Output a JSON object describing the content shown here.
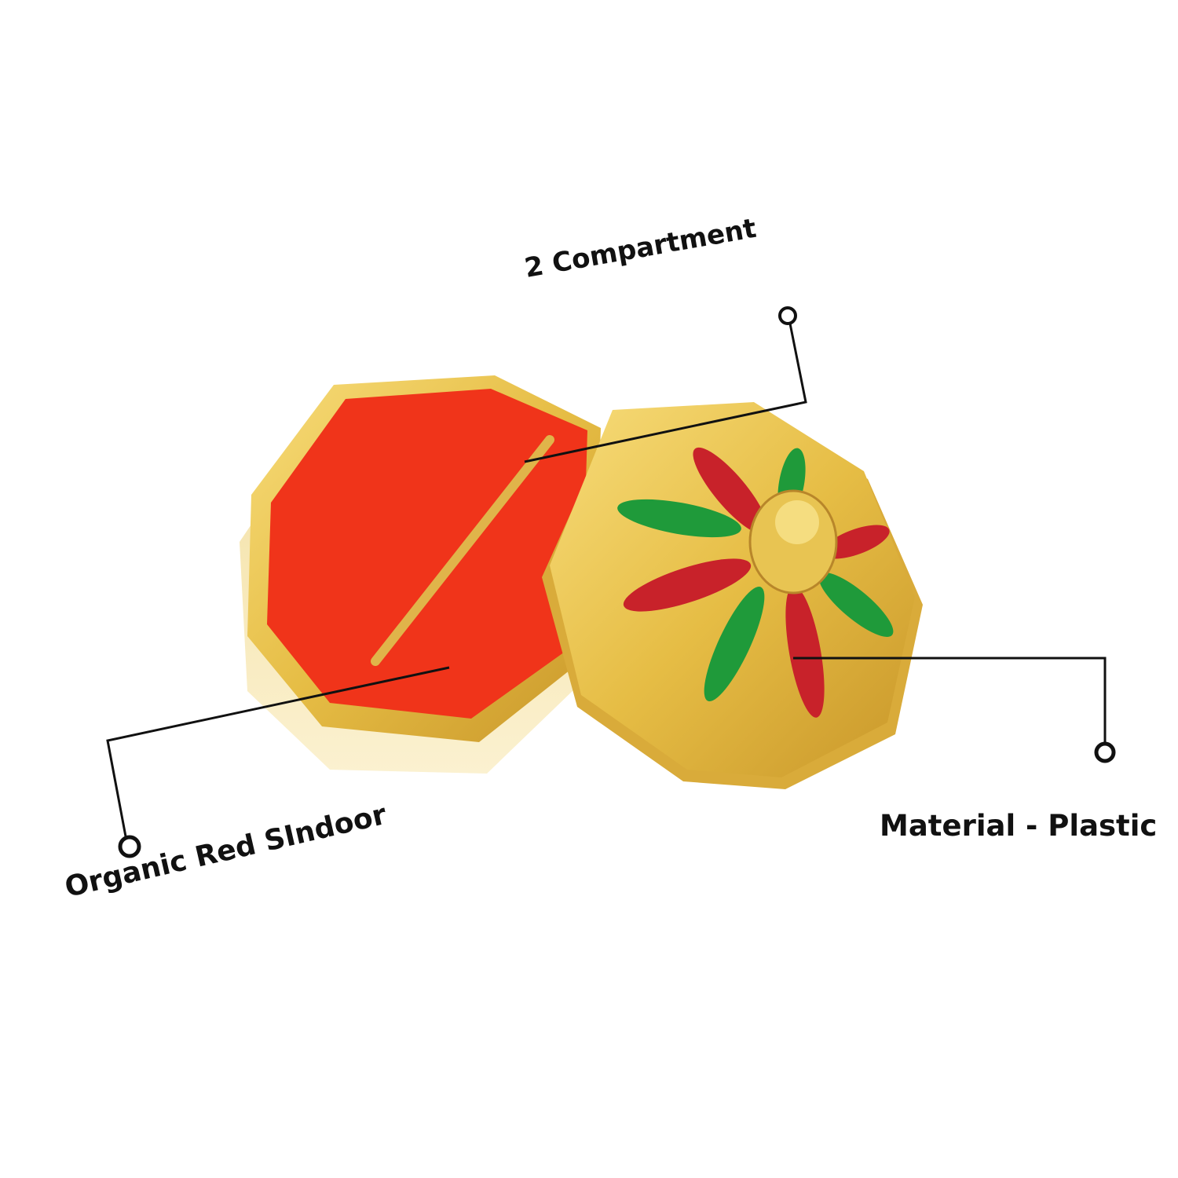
{
  "callouts": {
    "compartment": "2 Compartment",
    "sindoor": "Organic Red SIndoor",
    "material": "Material - Plastic"
  },
  "colors": {
    "gold": "#e8c452",
    "sindoor_red": "#f0341a",
    "petal_red": "#c8222a",
    "petal_green": "#1f9a3a"
  }
}
